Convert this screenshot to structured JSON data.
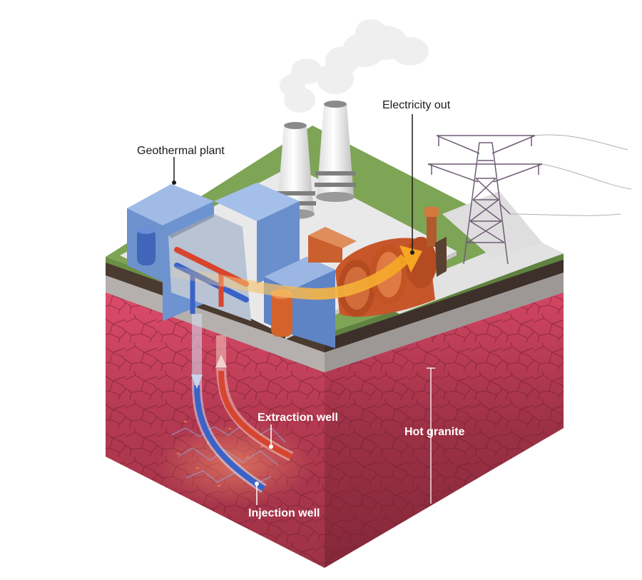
{
  "labels": {
    "geothermal_plant": "Geothermal plant",
    "electricity_out": "Electricity out",
    "extraction_well": "Extraction well",
    "injection_well": "Injection well",
    "hot_granite": "Hot granite"
  },
  "colors": {
    "grass": "#7ea455",
    "soil": "#4a3a30",
    "gravel": "#a9a5a3",
    "granite_front": "#a5384b",
    "granite_side": "#8e2b3c",
    "building_blue": "#7b9fd8",
    "turbine_orange": "#d4632b",
    "hot_pipe": "#d8452f",
    "cold_pipe": "#3a63c8",
    "energy_arrow": "#f5b23c"
  }
}
